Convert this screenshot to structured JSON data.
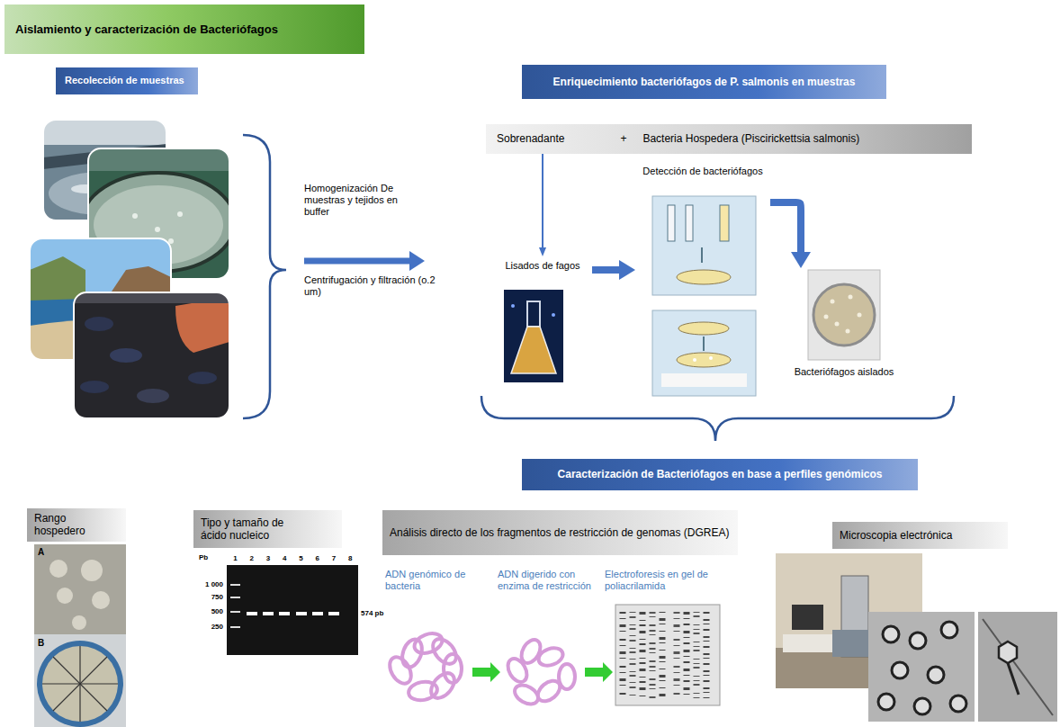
{
  "diagram": {
    "title": "Aislamiento y caracterización de Bacteriófagos",
    "nodes": [
      {
        "text": [
          "Recolección de muestras"
        ]
      },
      {
        "text": [
          "Enriquecimiento bacteriófagos de P. salmonis en muestras"
        ]
      },
      {
        "text": [
          "Sobrenadante",
          "+",
          "Bacteria Hospedera (Piscirickettsia salmonis)"
        ]
      },
      {
        "text": [
          "Lisados de fagos"
        ]
      },
      {
        "text": [
          "Detección de bacteriófagos"
        ]
      },
      {
        "text": [
          "Bacteriófagos aislados"
        ]
      },
      {
        "text": [
          "Caracterización de Bacteriófagos en base a perfiles genómicos"
        ]
      },
      {
        "text": [
          "Rango hospedero"
        ]
      },
      {
        "text": [
          "Tipo y tamaño de ácido nucleico"
        ]
      },
      {
        "text": [
          "Análisis directo de los fragmentos de restricción de genomas (DGREA)"
        ]
      },
      {
        "text": [
          "Microscopia electrónica"
        ]
      }
    ],
    "edges": [
      {
        "from": 2,
        "to": 3,
        "arrow": "to"
      },
      {
        "from": 3,
        "to": 4,
        "arrow": "to"
      },
      {
        "from": 4,
        "to": 5,
        "arrow": "to"
      }
    ],
    "labels": [
      "Homogenización De muestras y tejidos en buffer",
      "Centrifugación y filtración (o.2 um)",
      "Pb",
      "1",
      "2",
      "3",
      "4",
      "5",
      "6",
      "7",
      "8",
      "1 000",
      "750",
      "500",
      "250",
      "574 pb",
      "ADN genómico de bacteria",
      "ADN digerido con enzima de restricción",
      "Electroforesis en gel de poliacrilamida",
      "A",
      "B"
    ]
  }
}
